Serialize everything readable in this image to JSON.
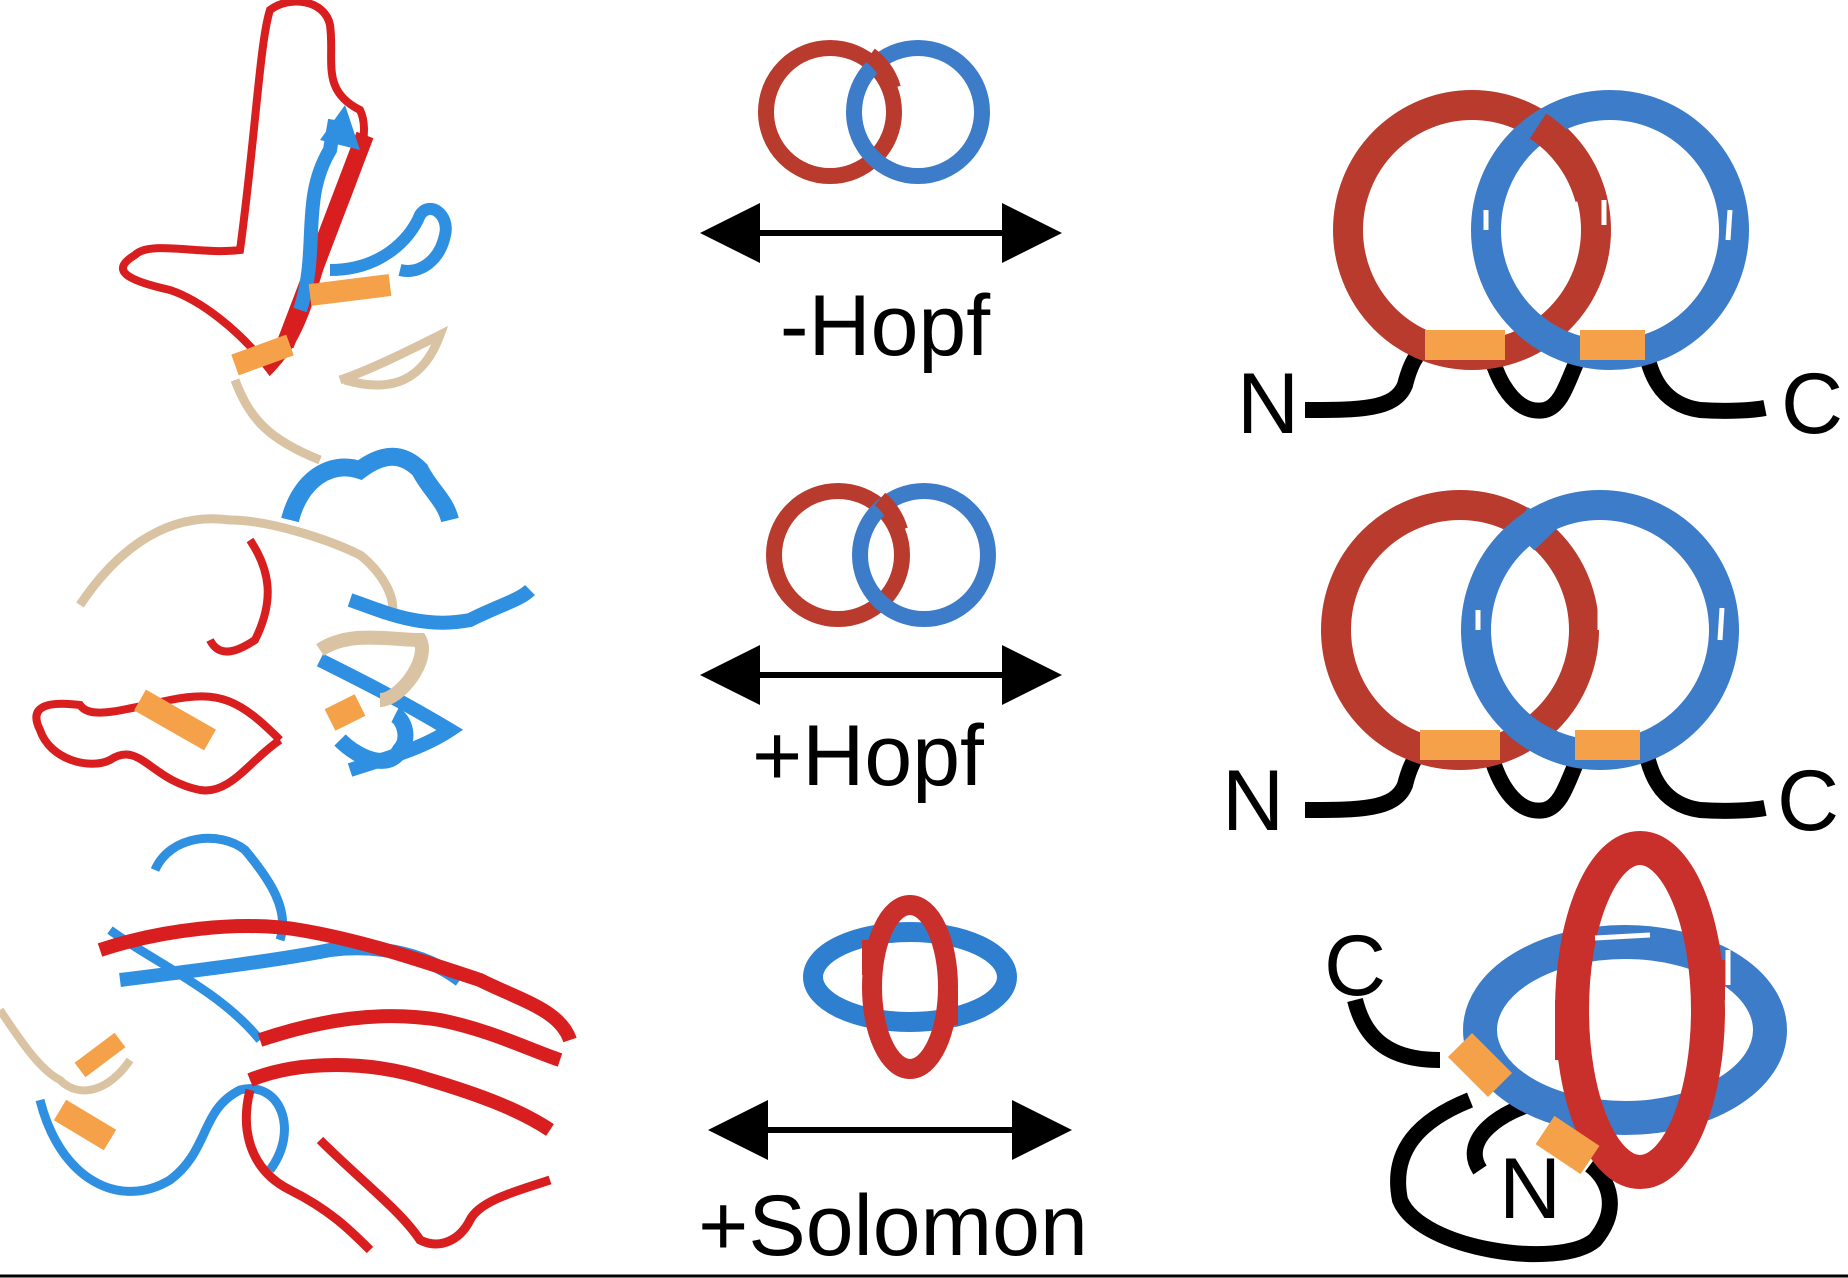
{
  "colors": {
    "red": "#c0392b",
    "red_bright": "#d81e1e",
    "blue": "#3d7cc9",
    "blue_bright": "#2f8fe0",
    "orange": "#f5a14a",
    "tan": "#d9c3a3",
    "black": "#000000"
  },
  "rows": [
    {
      "link_label": "-Hopf",
      "link_type": "hopf",
      "n_label": "N",
      "c_label": "C"
    },
    {
      "link_label": "+Hopf",
      "link_type": "hopf",
      "n_label": "N",
      "c_label": "C"
    },
    {
      "link_label": "+Solomon",
      "link_type": "solomon",
      "n_label": "N",
      "c_label": "C"
    }
  ],
  "icons": [
    "double-headed-arrow-icon",
    "hopf-link-icon",
    "solomon-link-icon",
    "protein-ribbon"
  ]
}
